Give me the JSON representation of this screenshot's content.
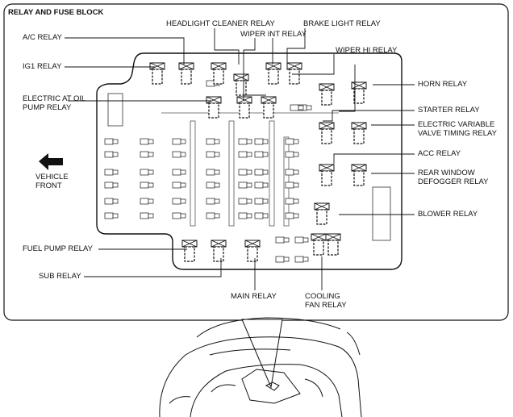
{
  "title": "RELAY AND FUSE BLOCK",
  "labels": {
    "ac_relay": "A/C RELAY",
    "ig1_relay": "IG1 RELAY",
    "electric_at_oil_pump_relay": "ELECTRIC AT OIL\nPUMP RELAY",
    "vehicle_front": "VEHICLE\nFRONT",
    "fuel_pump_relay": "FUEL PUMP RELAY",
    "sub_relay": "SUB RELAY",
    "headlight_cleaner_relay": "HEADLIGHT CLEANER RELAY",
    "wiper_int_relay": "WIPER INT RELAY",
    "brake_light_relay": "BRAKE LIGHT RELAY",
    "wiper_hi_relay": "WIPER HI RELAY",
    "horn_relay": "HORN RELAY",
    "starter_relay": "STARTER RELAY",
    "electric_variable_valve_timing_relay": "ELECTRIC VARIABLE\nVALVE TIMING RELAY",
    "acc_relay": "ACC RELAY",
    "rear_window_defogger_relay": "REAR WINDOW\nDEFOGGER RELAY",
    "blower_relay": "BLOWER RELAY",
    "main_relay": "MAIN RELAY",
    "cooling_fan_relay": "COOLING\nFAN RELAY"
  }
}
